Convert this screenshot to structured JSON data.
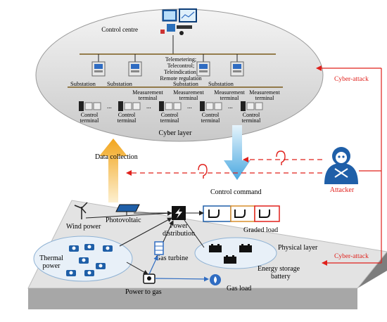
{
  "cyber": {
    "control_centre": "Control centre",
    "comm_line1": "Telemetering;",
    "comm_line2": "Telecontrol;",
    "comm_line3": "Teleindication;",
    "comm_line4": "Remote regulation",
    "substation": "Substation",
    "meas_line1": "Measurement",
    "meas_line2": "terminal",
    "ctrl_line1": "Control",
    "ctrl_line2": "terminal",
    "ellipsis": "...",
    "layer_label": "Cyber layer"
  },
  "flows": {
    "data_collection": "Data collection",
    "control_command": "Control command",
    "cyber_attack": "Cyber-attack",
    "attacker": "Attacker"
  },
  "physical": {
    "wind_power": "Wind power",
    "photovoltaic": "Photovoltaic",
    "power_line1": "Power",
    "power_line2": "distribution",
    "graded_load": "Graded load",
    "thermal_line1": "Thermal",
    "thermal_line2": "power",
    "gas_turbine": "Gas turbine",
    "energy_line1": "Energy storage",
    "energy_line2": "battery",
    "power_to_gas": "Power to gas",
    "gas_load": "Gas load",
    "layer_label": "Physical layer"
  },
  "colors": {
    "attack": "#e0201b",
    "data_arrow": "#f2a51c",
    "control_arrow": "#6fb8e8",
    "node_blue": "#1f5fa8",
    "gas_line": "#2f6cc2"
  }
}
